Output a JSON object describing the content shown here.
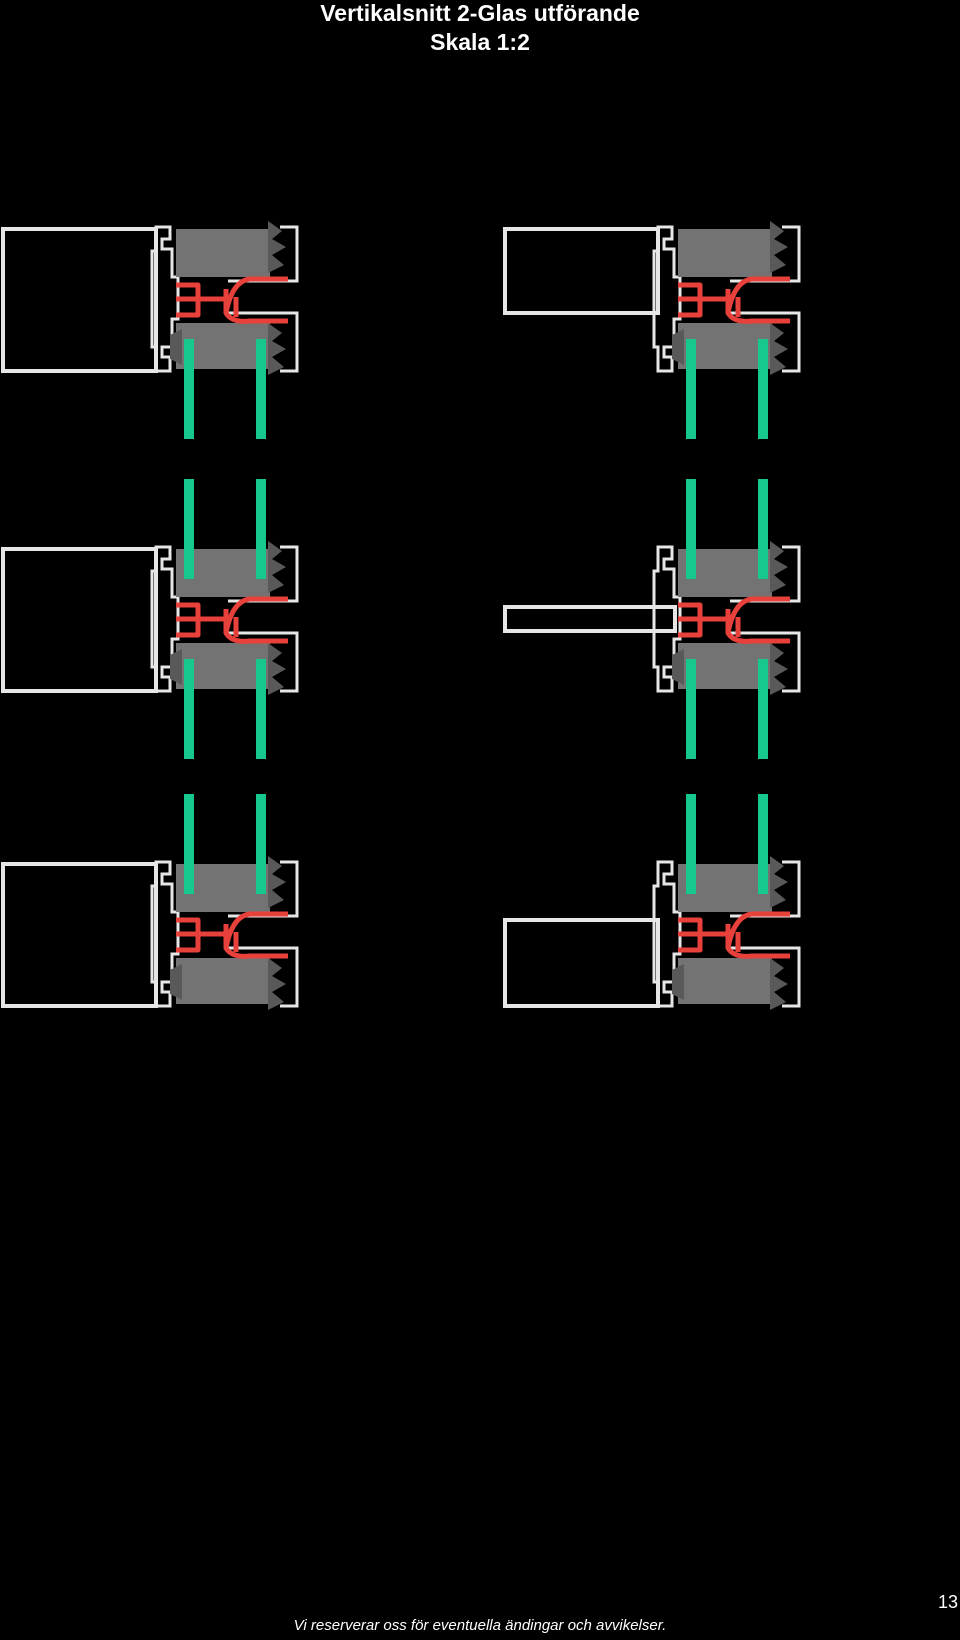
{
  "page": {
    "title_line_1": "Vertikalsnitt 2-Glas utförande",
    "title_line_2": "Skala 1:2",
    "footer": "Vi reserverar oss för eventuella ändingar och avvikelser.",
    "page_number": "13"
  },
  "colors": {
    "background": "#000000",
    "profile_outline": "#e6e6e6",
    "glass": "#16c88e",
    "spacer": "#737373",
    "thermal_break": "#e8413c",
    "gasket": "#595959"
  },
  "sections": [
    {
      "id": "left-top",
      "frame": "full",
      "glass_above": false,
      "glass_below": true
    },
    {
      "id": "left-middle",
      "frame": "full",
      "glass_above": true,
      "glass_below": true
    },
    {
      "id": "left-bottom",
      "frame": "full",
      "glass_above": true,
      "glass_below": false
    },
    {
      "id": "right-top",
      "frame": "upper",
      "glass_above": false,
      "glass_below": true
    },
    {
      "id": "right-middle",
      "frame": "bar",
      "glass_above": true,
      "glass_below": true
    },
    {
      "id": "right-bottom",
      "frame": "lower",
      "glass_above": true,
      "glass_below": false
    }
  ]
}
